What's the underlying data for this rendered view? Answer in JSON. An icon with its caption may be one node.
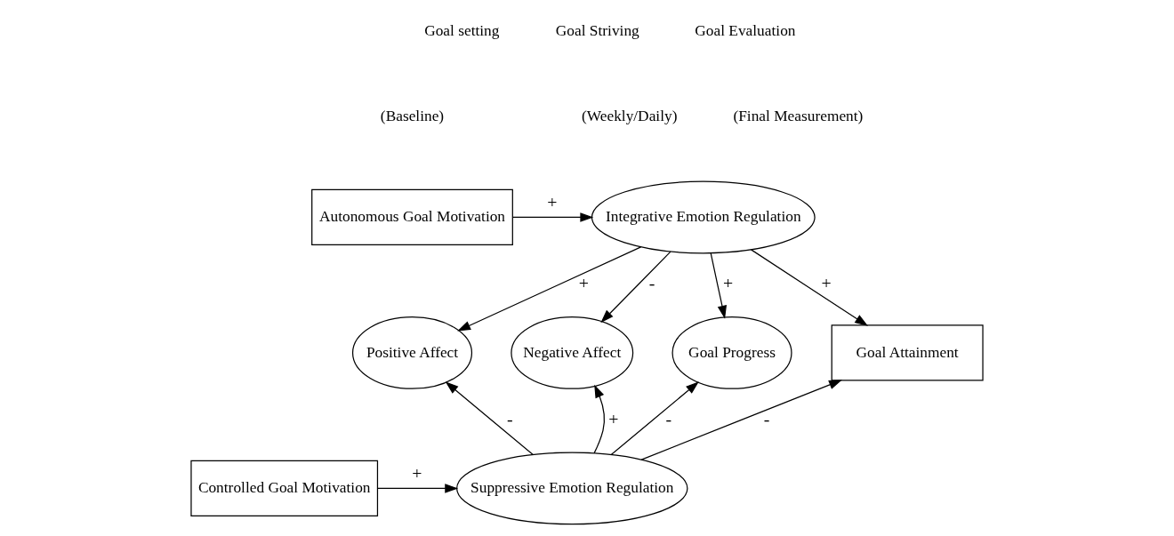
{
  "diagram": {
    "nodes": [
      {
        "text": [
          "Autonomous Goal Motivation"
        ]
      },
      {
        "text": [
          "Integrative Emotion Regulation"
        ]
      },
      {
        "text": [
          "Positive Affect"
        ]
      },
      {
        "text": [
          "Negative Affect"
        ]
      },
      {
        "text": [
          "Goal Progress"
        ]
      },
      {
        "text": [
          "Goal Attainment"
        ]
      },
      {
        "text": [
          "Controlled Goal Motivation"
        ]
      },
      {
        "text": [
          "Suppressive Emotion Regulation"
        ]
      }
    ],
    "edges": [
      {
        "from": 0,
        "to": 1,
        "arrow": "to",
        "label": "+"
      },
      {
        "from": 1,
        "to": 2,
        "arrow": "to",
        "label": "+"
      },
      {
        "from": 1,
        "to": 3,
        "arrow": "to",
        "label": "-"
      },
      {
        "from": 1,
        "to": 4,
        "arrow": "to",
        "label": "+"
      },
      {
        "from": 1,
        "to": 5,
        "arrow": "to",
        "label": "+"
      },
      {
        "from": 6,
        "to": 7,
        "arrow": "to",
        "label": "+"
      },
      {
        "from": 7,
        "to": 2,
        "arrow": "to",
        "label": "-"
      },
      {
        "from": 7,
        "to": 3,
        "arrow": "to",
        "label": "+"
      },
      {
        "from": 7,
        "to": 4,
        "arrow": "to",
        "label": "-"
      },
      {
        "from": 7,
        "to": 5,
        "arrow": "to",
        "label": "-"
      }
    ],
    "labels": [
      "Goal setting",
      "(Baseline)",
      "Goal Striving",
      "(Weekly/Daily)",
      "Goal Evaluation",
      "(Final Measurement)"
    ]
  }
}
